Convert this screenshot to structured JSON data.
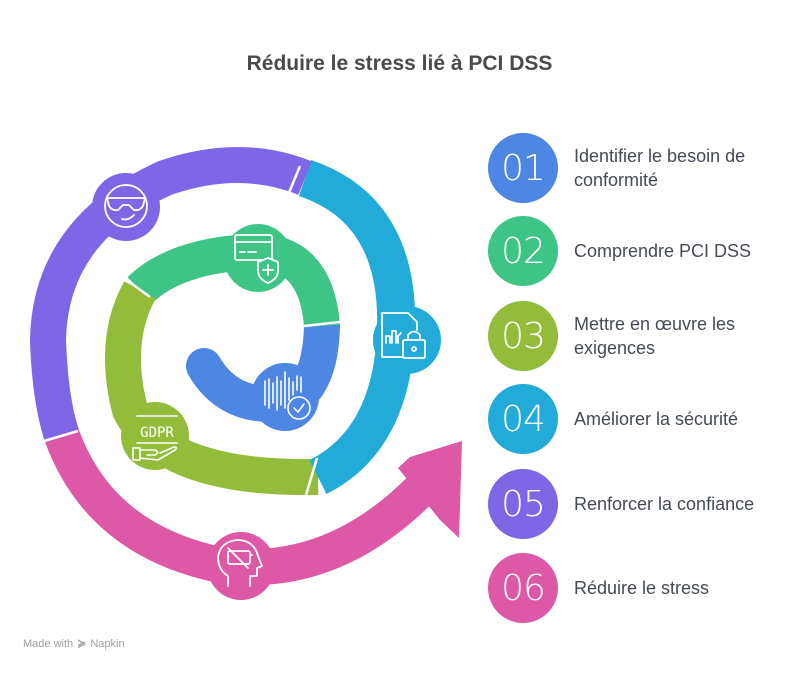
{
  "title": "Réduire le stress lié à PCI DSS",
  "steps": [
    {
      "number": "01",
      "label": "Identifier le besoin de conformité",
      "color": "#4d87e3",
      "icon": "soundwave-check-icon"
    },
    {
      "number": "02",
      "label": "Comprendre PCI DSS",
      "color": "#3ec585",
      "icon": "credit-card-shield-icon"
    },
    {
      "number": "03",
      "label": "Mettre en œuvre les exigences",
      "color": "#93bc3a",
      "icon": "gdpr-hand-icon"
    },
    {
      "number": "04",
      "label": "Améliorer la sécurité",
      "color": "#22abd8",
      "icon": "document-chart-lock-icon"
    },
    {
      "number": "05",
      "label": "Renforcer la confiance",
      "color": "#7f66e6",
      "icon": "cool-face-sunglasses-icon"
    },
    {
      "number": "06",
      "label": "Réduire le stress",
      "color": "#dd58a7",
      "icon": "head-no-battery-icon"
    }
  ],
  "icon_texts": {
    "gdpr": "GDPR"
  },
  "footer": {
    "made_with": "Made with",
    "brand": "Napkin"
  }
}
